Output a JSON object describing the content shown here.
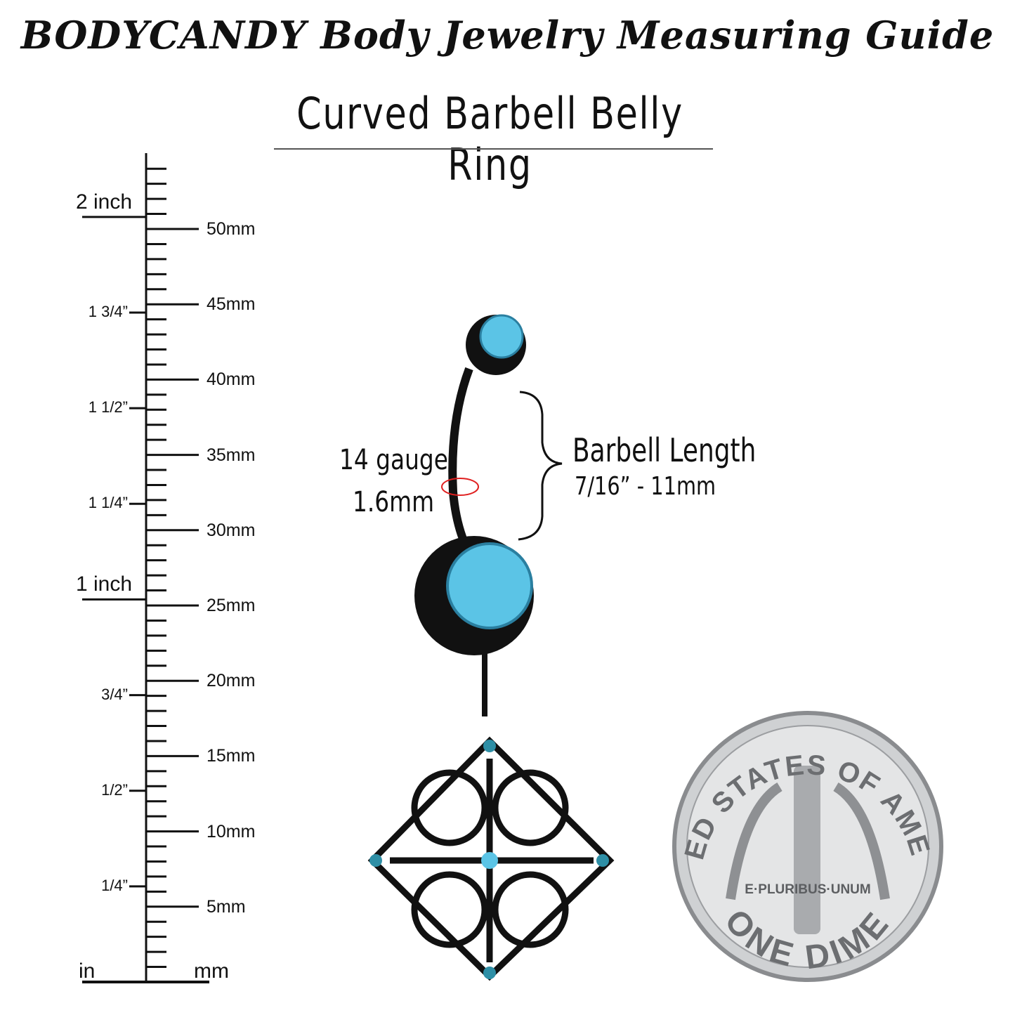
{
  "header": {
    "title": "BODYCANDY Body Jewelry Measuring Guide",
    "subtitle": "Curved Barbell Belly Ring"
  },
  "ruler": {
    "unit_left": "in",
    "unit_right": "mm",
    "mm_labels": [
      "5mm",
      "10mm",
      "15mm",
      "20mm",
      "25mm",
      "30mm",
      "35mm",
      "40mm",
      "45mm",
      "50mm"
    ],
    "inch_labels": [
      "1/4”",
      "1/2”",
      "3/4”",
      "1 inch",
      "1 1/4”",
      "1 1/2”",
      "1 3/4”",
      "2 inch"
    ]
  },
  "annotations": {
    "gauge": "14 gauge",
    "gauge_mm": "1.6mm",
    "length_label": "Barbell Length",
    "length_value": "7/16” - 11mm"
  },
  "coin": {
    "top_text": "UNITED STATES OF AMERICA",
    "motto": "E·PLURIBUS·UNUM",
    "bottom_text": "ONE DIME"
  },
  "colors": {
    "gem": "#5bc4e6",
    "metal": "#111111",
    "gauge_ring": "#e02020",
    "coin": "#cfd1d3"
  }
}
